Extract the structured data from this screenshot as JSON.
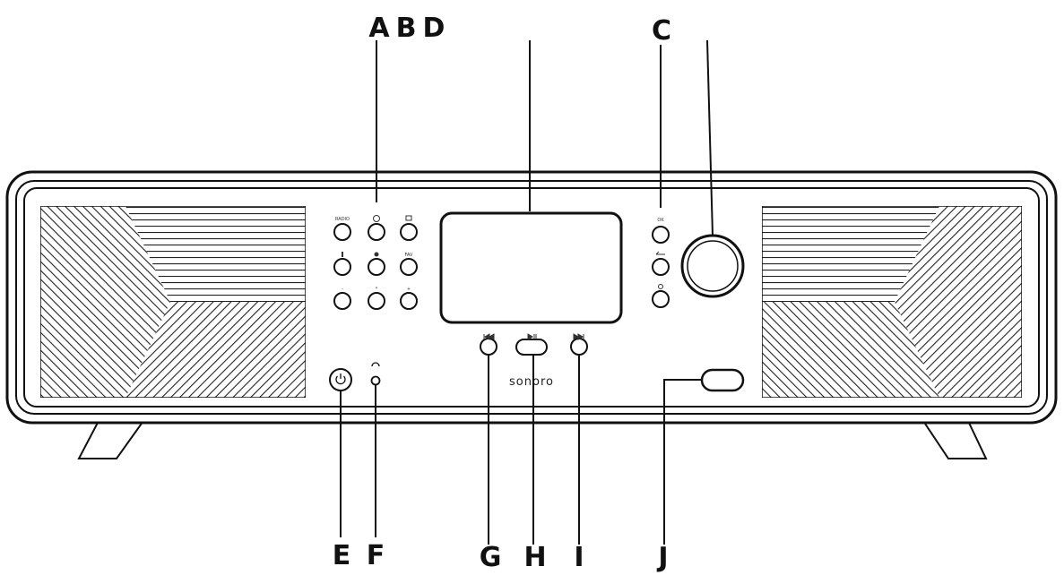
{
  "callouts": {
    "a": "A",
    "b": "B",
    "d": "D",
    "c": "C",
    "e": "E",
    "f": "F",
    "g": "G",
    "h": "H",
    "i": "I",
    "j": "J"
  },
  "device": {
    "brand": "sonoro"
  },
  "buttons": {
    "radio": "RADIO",
    "fav": "FAV",
    "ok": "OK",
    "minus": "-",
    "plus": "+",
    "star": "*"
  }
}
